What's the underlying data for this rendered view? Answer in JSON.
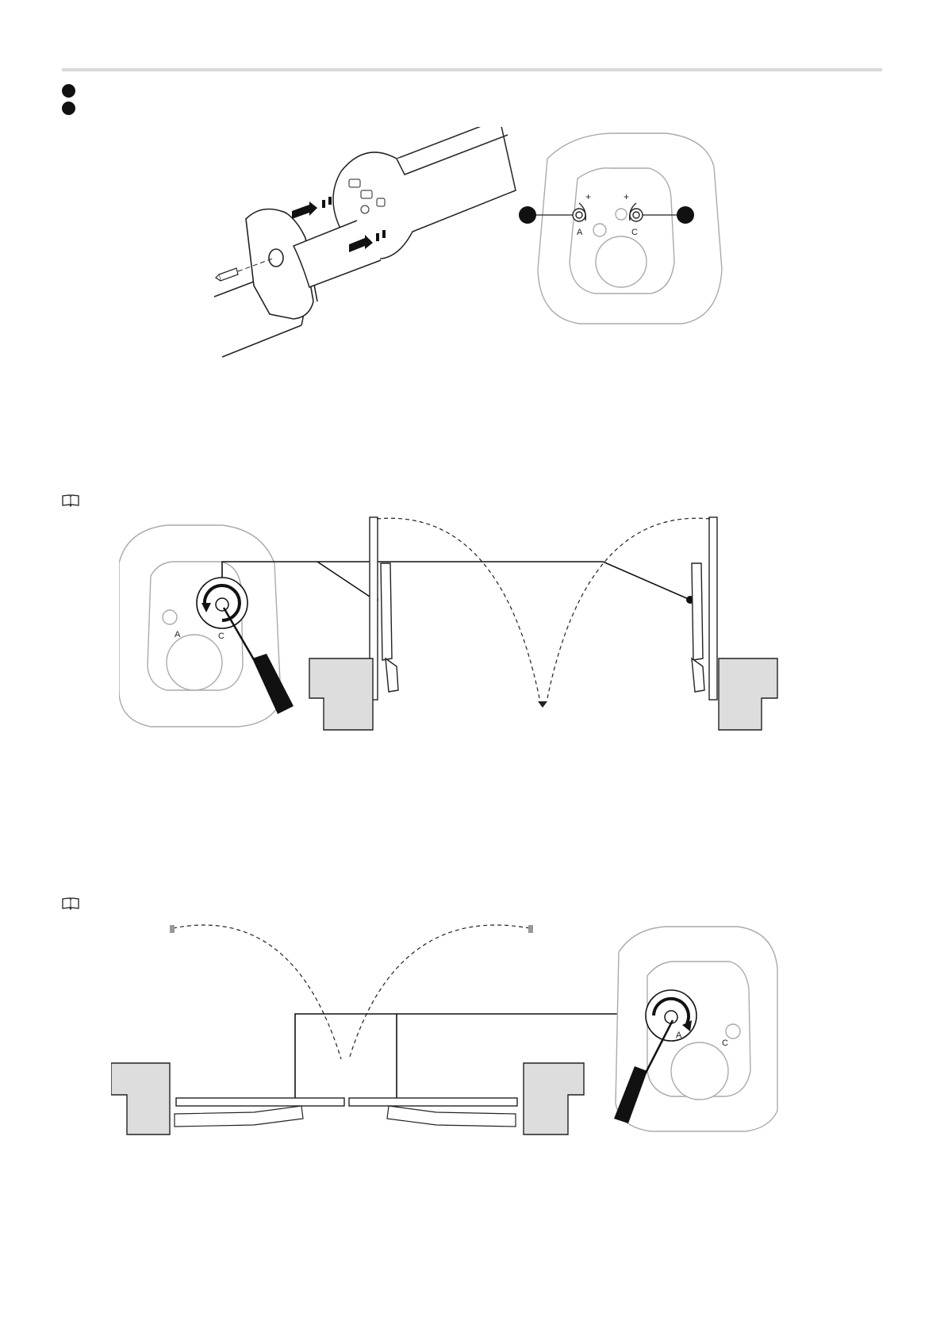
{
  "page": {
    "figure1": {
      "callout_left_label": "",
      "callout_right_label": "",
      "knob_label_a": "A",
      "knob_label_c": "C",
      "plus_label": "+"
    },
    "figure2": {
      "knob_label_a": "A",
      "knob_label_c": "C"
    },
    "figure3": {
      "knob_label_a": "A",
      "knob_label_c": "C"
    },
    "icons": [
      "bullet-icon",
      "book-icon",
      "screwdriver-icon",
      "arrow-icon"
    ]
  }
}
